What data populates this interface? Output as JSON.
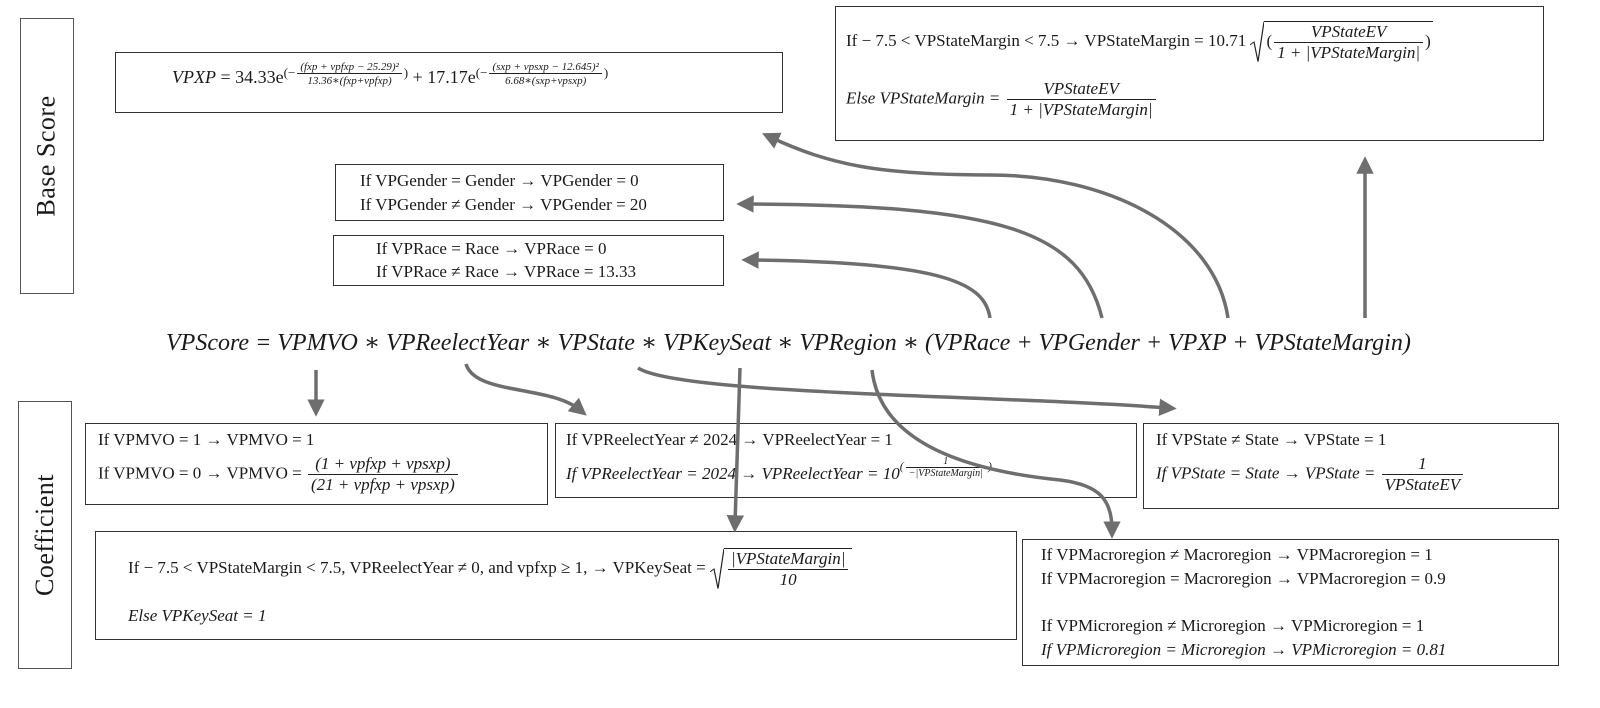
{
  "labels": {
    "base_score": "Base Score",
    "coefficient": "Coefficient"
  },
  "main_formula": "VPScore = VPMVO ∗ VPReelectYear ∗ VPState ∗ VPKeySeat ∗ VPRegion ∗ (VPRace + VPGender + VPXP + VPStateMargin)",
  "vpxp": {
    "lhs": "VPXP",
    "coef1": "34.33e",
    "exp1_num": "(fxp + vpfxp − 25.29)²",
    "exp1_den": "13.36∗(fxp+vpfxp)",
    "plus": "+ 17.17e",
    "exp2_num": "(sxp + vpsxp − 12.645)²",
    "exp2_den": "6.68∗(sxp+vpsxp)"
  },
  "gender": {
    "line1": "If VPGender =  Gender → VPGender  =  0",
    "line2": "If VPGender ≠  Gender → VPGender  =  20"
  },
  "race": {
    "line1": "If VPRace =  Race → VPRace  =  0",
    "line2": "If VPRace ≠  Race → VPRace  =  13.33"
  },
  "statemargin": {
    "line1_lhs": "If  − 7.5 < VPStateMargin  < 7.5  → VPStateMargin  =  10.71",
    "sqrt_num": "VPStateEV",
    "sqrt_den": "1 + |VPStateMargin|",
    "line2_lhs": "Else VPStateMargin  = ",
    "else_num": "VPStateEV",
    "else_den": "1  +  |VPStateMargin|"
  },
  "mvo": {
    "line1": "If VPMVO  =  1 → VPMVO =  1",
    "line2_lhs": "If VPMVO  =  0 → VPMVO =",
    "num": "(1  +  vpfxp  +  vpsxp)",
    "den": "(21  +  vpfxp  +  vpsxp)"
  },
  "reelect": {
    "line1": "If VPReelectYear  ≠  2024 → VPReelectYear  =  1",
    "line2_lhs": "If VPReelectYear  =  2024 → VPReelectYear  =  10",
    "exp_num": "1",
    "exp_den": "−|VPStateMargin|"
  },
  "state": {
    "line1": "If VPState  ≠  State → VPState  =  1",
    "line2_lhs": "If VPState  =  State → VPState  =",
    "num": "1",
    "den": "VPStateEV"
  },
  "keyseat": {
    "line1_lhs": "If  − 7.5 < VPStateMargin  < 7.5, VPReelectYear  ≠  0,  and vpfxp  ≥  1, → VPKeySeat =",
    "sqrt_num": "|VPStateMargin|",
    "sqrt_den": "10",
    "line2": "Else VPKeySeat  =  1"
  },
  "region": {
    "line1": "If VPMacroregion ≠  Macroregion → VPMacroregion  =  1",
    "line2": "If VPMacroregion =  Macroregion → VPMacroregion =  0.9",
    "line3": "If VPMicroregion ≠  Microregion → VPMicroregion  =  1",
    "line4": "If VPMicroregion =  Microregion → VPMicroregion =  0.81"
  },
  "colors": {
    "arrow": "#6e6e6e",
    "border": "#333333"
  }
}
